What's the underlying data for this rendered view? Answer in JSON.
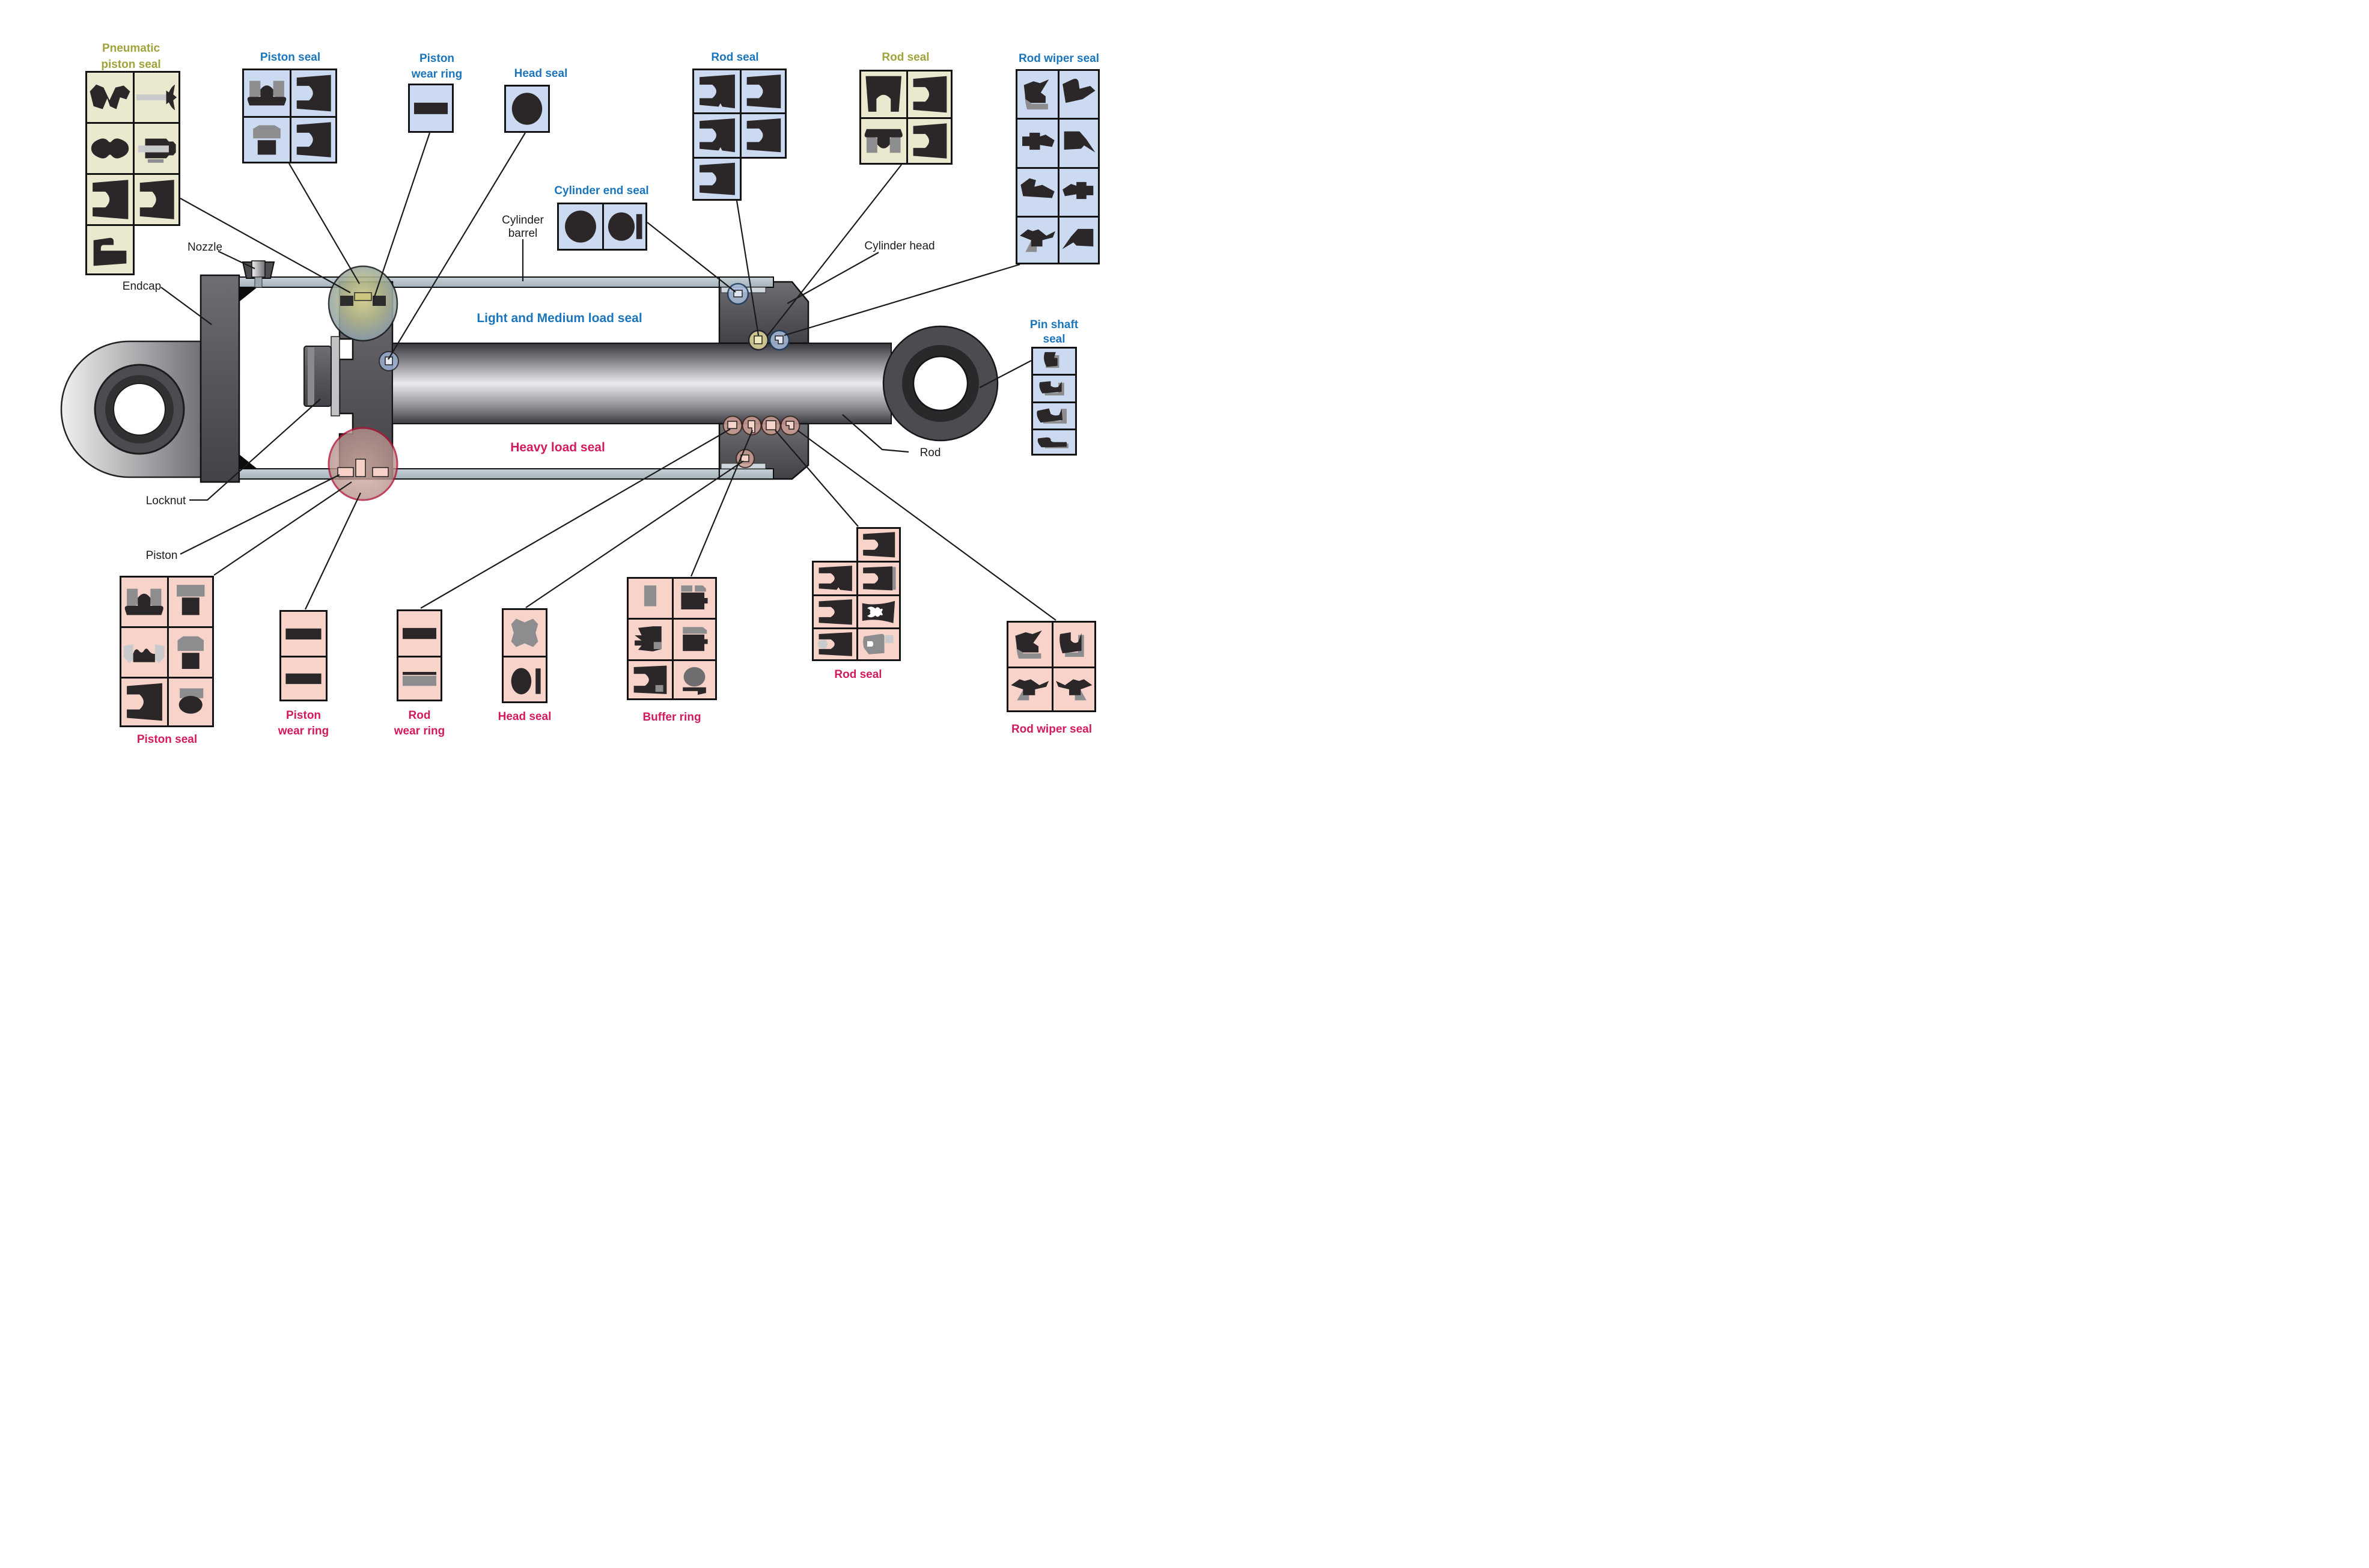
{
  "palette": {
    "blue_label": "#1b75bc",
    "olive_label": "#a0a23b",
    "crimson_label": "#d31a5b",
    "black_label": "#1c1a1b",
    "blue_cell_bg": "#cbdaf0",
    "beige_cell_bg": "#eae9cf",
    "pink_cell_bg": "#f7d3ca",
    "grid_line": "#141414",
    "seal_black": "#2b2728",
    "seal_gray": "#8d8d8f",
    "seal_light": "#c9cacc"
  },
  "parts": {
    "nozzle": "Nozzle",
    "endcap": "Endcap",
    "cylinder_barrel_l1": "Cylinder",
    "cylinder_barrel_l2": "barrel",
    "cylinder_head": "Cylinder head",
    "locknut": "Locknut",
    "piston": "Piston",
    "rod": "Rod",
    "light_medium_load_seal": "Light and Medium load seal",
    "heavy_load_seal": "Heavy load seal"
  },
  "seal_boxes": [
    {
      "id": "pneumatic_piston_seal",
      "label_lines": [
        "Pneumatic",
        "piston seal"
      ],
      "label_color": "olive",
      "bg": "#eae9cf",
      "cells": [
        [
          "chevron",
          "rod-tseal"
        ],
        [
          "dumbbell",
          "piston-seal-rod"
        ],
        [
          "u-cup",
          "u-cup"
        ],
        [
          "step-seal",
          null
        ]
      ]
    },
    {
      "id": "piston_seal_top",
      "label_lines": [
        "Piston seal"
      ],
      "label_color": "blue",
      "bg": "#cbdaf0",
      "cells": [
        [
          "wear-ring-pair",
          "u-cup"
        ],
        [
          "cap-block",
          "u-cup"
        ]
      ]
    },
    {
      "id": "piston_wear_ring_top",
      "label_lines": [
        "Piston",
        "wear ring"
      ],
      "label_color": "blue",
      "bg": "#cbdaf0",
      "cells": [
        [
          "h-bar"
        ]
      ]
    },
    {
      "id": "head_seal_top",
      "label_lines": [
        "Head seal"
      ],
      "label_color": "blue",
      "bg": "#cbdaf0",
      "cells": [
        [
          "o-ring"
        ]
      ]
    },
    {
      "id": "cylinder_end_seal",
      "label_lines": [
        "Cylinder end seal"
      ],
      "label_color": "blue",
      "bg": "#cbdaf0",
      "cells": [
        [
          "o-ring",
          "o-ring-backup"
        ]
      ]
    },
    {
      "id": "rod_seal_top_blue",
      "label_lines": [
        "Rod seal"
      ],
      "label_color": "blue",
      "bg": "#cbdaf0",
      "cells": [
        [
          "u-cup-notch",
          "u-cup"
        ],
        [
          "u-cup-notch",
          {
            "g": "u-cup",
            "flip": "v"
          }
        ],
        [
          "u-cup",
          null
        ]
      ]
    },
    {
      "id": "rod_seal_top_olive",
      "label_lines": [
        "Rod seal"
      ],
      "label_color": "olive",
      "bg": "#eae9cf",
      "cells": [
        [
          {
            "g": "u-cup",
            "rot": 270
          },
          "u-cup"
        ],
        [
          {
            "g": "wear-ring-pair",
            "flip": "v"
          },
          "u-cup"
        ]
      ]
    },
    {
      "id": "rod_wiper_seal_top",
      "label_lines": [
        "Rod wiper seal"
      ],
      "label_color": "blue",
      "bg": "#cbdaf0",
      "cells": [
        [
          "backed-wiper-left",
          "wiper-b"
        ],
        [
          "wiper-anchor",
          "wiper-blade"
        ],
        [
          "wiper-a",
          {
            "g": "wiper-anchor",
            "flip": "h"
          }
        ],
        [
          "backed-tee",
          {
            "g": "wiper-blade",
            "flip": "h"
          }
        ]
      ]
    },
    {
      "id": "pin_shaft_seal",
      "label_lines": [
        "Pin shaft",
        "seal"
      ],
      "label_color": "blue",
      "bg": "#cbdaf0",
      "cells": [
        [
          "backed-wedge"
        ],
        [
          "backed-ucup"
        ],
        [
          "backed-ucup-wide"
        ],
        [
          "backed-step"
        ]
      ]
    },
    {
      "id": "piston_seal_bottom",
      "label_lines": [
        "Piston seal"
      ],
      "label_color": "crimson",
      "bg": "#f7d3ca",
      "cells": [
        [
          "wear-ring-pair",
          "cap-stem"
        ],
        [
          "vee-supports",
          "cap-block"
        ],
        [
          "u-cup",
          "bar-ellipse"
        ]
      ]
    },
    {
      "id": "piston_wear_ring_bottom",
      "label_lines": [
        "Piston",
        "wear ring"
      ],
      "label_color": "crimson",
      "bg": "#f7d3ca",
      "cells": [
        [
          "h-bar"
        ],
        [
          "h-bar"
        ]
      ]
    },
    {
      "id": "rod_wear_ring_bottom",
      "label_lines": [
        "Rod",
        "wear ring"
      ],
      "label_color": "crimson",
      "bg": "#f7d3ca",
      "cells": [
        [
          "h-bar"
        ],
        [
          "gray-bar"
        ]
      ]
    },
    {
      "id": "head_seal_bottom",
      "label_lines": [
        "Head seal"
      ],
      "label_color": "crimson",
      "bg": "#f7d3ca",
      "cells": [
        [
          "hex-plug"
        ],
        [
          "ellipse-bar"
        ]
      ]
    },
    {
      "id": "buffer_ring",
      "label_lines": [
        "Buffer ring"
      ],
      "label_color": "crimson",
      "bg": "#f7d3ca",
      "cells": [
        [
          "gray-rect",
          "block-caps"
        ],
        [
          "block-notched",
          "block-graycap"
        ],
        [
          "u-cup-corner",
          "oring-bracket"
        ]
      ]
    },
    {
      "id": "rod_seal_bottom",
      "label_lines": [
        "Rod seal"
      ],
      "label_color": "crimson",
      "bg": "#f7d3ca",
      "cells": [
        [
          null,
          "u-cup"
        ],
        [
          "u-cup-notch",
          "u-cup-grayedge"
        ],
        [
          "u-cup",
          "x-ring"
        ],
        [
          "u-cup-graymouth",
          "gray-seal-square"
        ]
      ]
    },
    {
      "id": "rod_wiper_seal_bottom",
      "label_lines": [
        "Rod wiper seal"
      ],
      "label_color": "crimson",
      "bg": "#f7d3ca",
      "cells": [
        [
          "backed-wiper-left",
          "backed-ucup"
        ],
        [
          "backed-tee",
          {
            "g": "backed-tee",
            "flip": "h"
          }
        ]
      ]
    }
  ]
}
